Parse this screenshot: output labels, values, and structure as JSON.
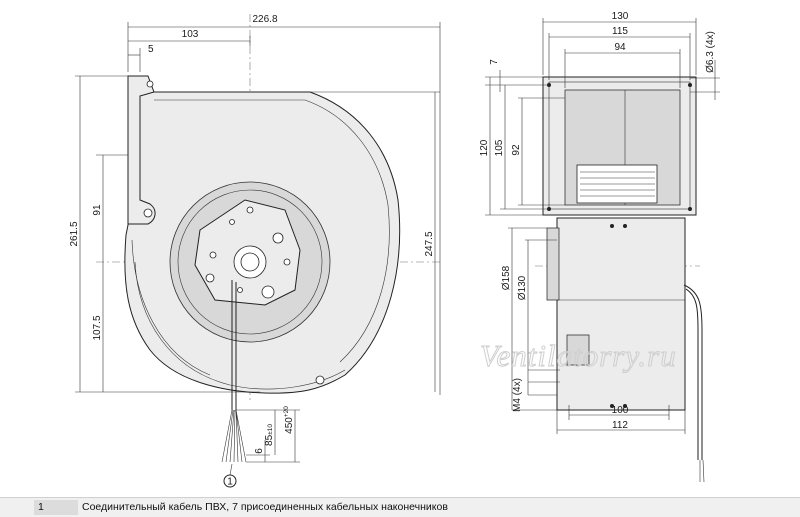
{
  "drawing": {
    "front_view": {
      "dim_overall_width": "226.8",
      "dim_mount_offset": "103",
      "dim_flange": "5",
      "dim_overall_height": "261.5",
      "dim_upper": "91",
      "dim_lower": "107.5",
      "dim_right_height": "247.5",
      "dim_cable_6": "6",
      "dim_cable_85": "85",
      "dim_cable_85_tol": "±10",
      "dim_cable_450": "450",
      "dim_cable_450_tol": "+20",
      "callout": "1"
    },
    "side_view": {
      "dim_130": "130",
      "dim_115": "115",
      "dim_94": "94",
      "dim_hole": "Ø6.3 (4x)",
      "dim_7": "7",
      "dim_120": "120",
      "dim_105": "105",
      "dim_92": "92",
      "dim_d158": "Ø158",
      "dim_d130": "Ø130",
      "dim_thread": "M4 (4x)",
      "dim_100": "100",
      "dim_112": "112"
    }
  },
  "watermark": "Ventilatorry.ru",
  "legend": {
    "item_number": "1",
    "item_text": "Соединительный кабель ПВХ, 7 присоединенных кабельных наконечников"
  }
}
